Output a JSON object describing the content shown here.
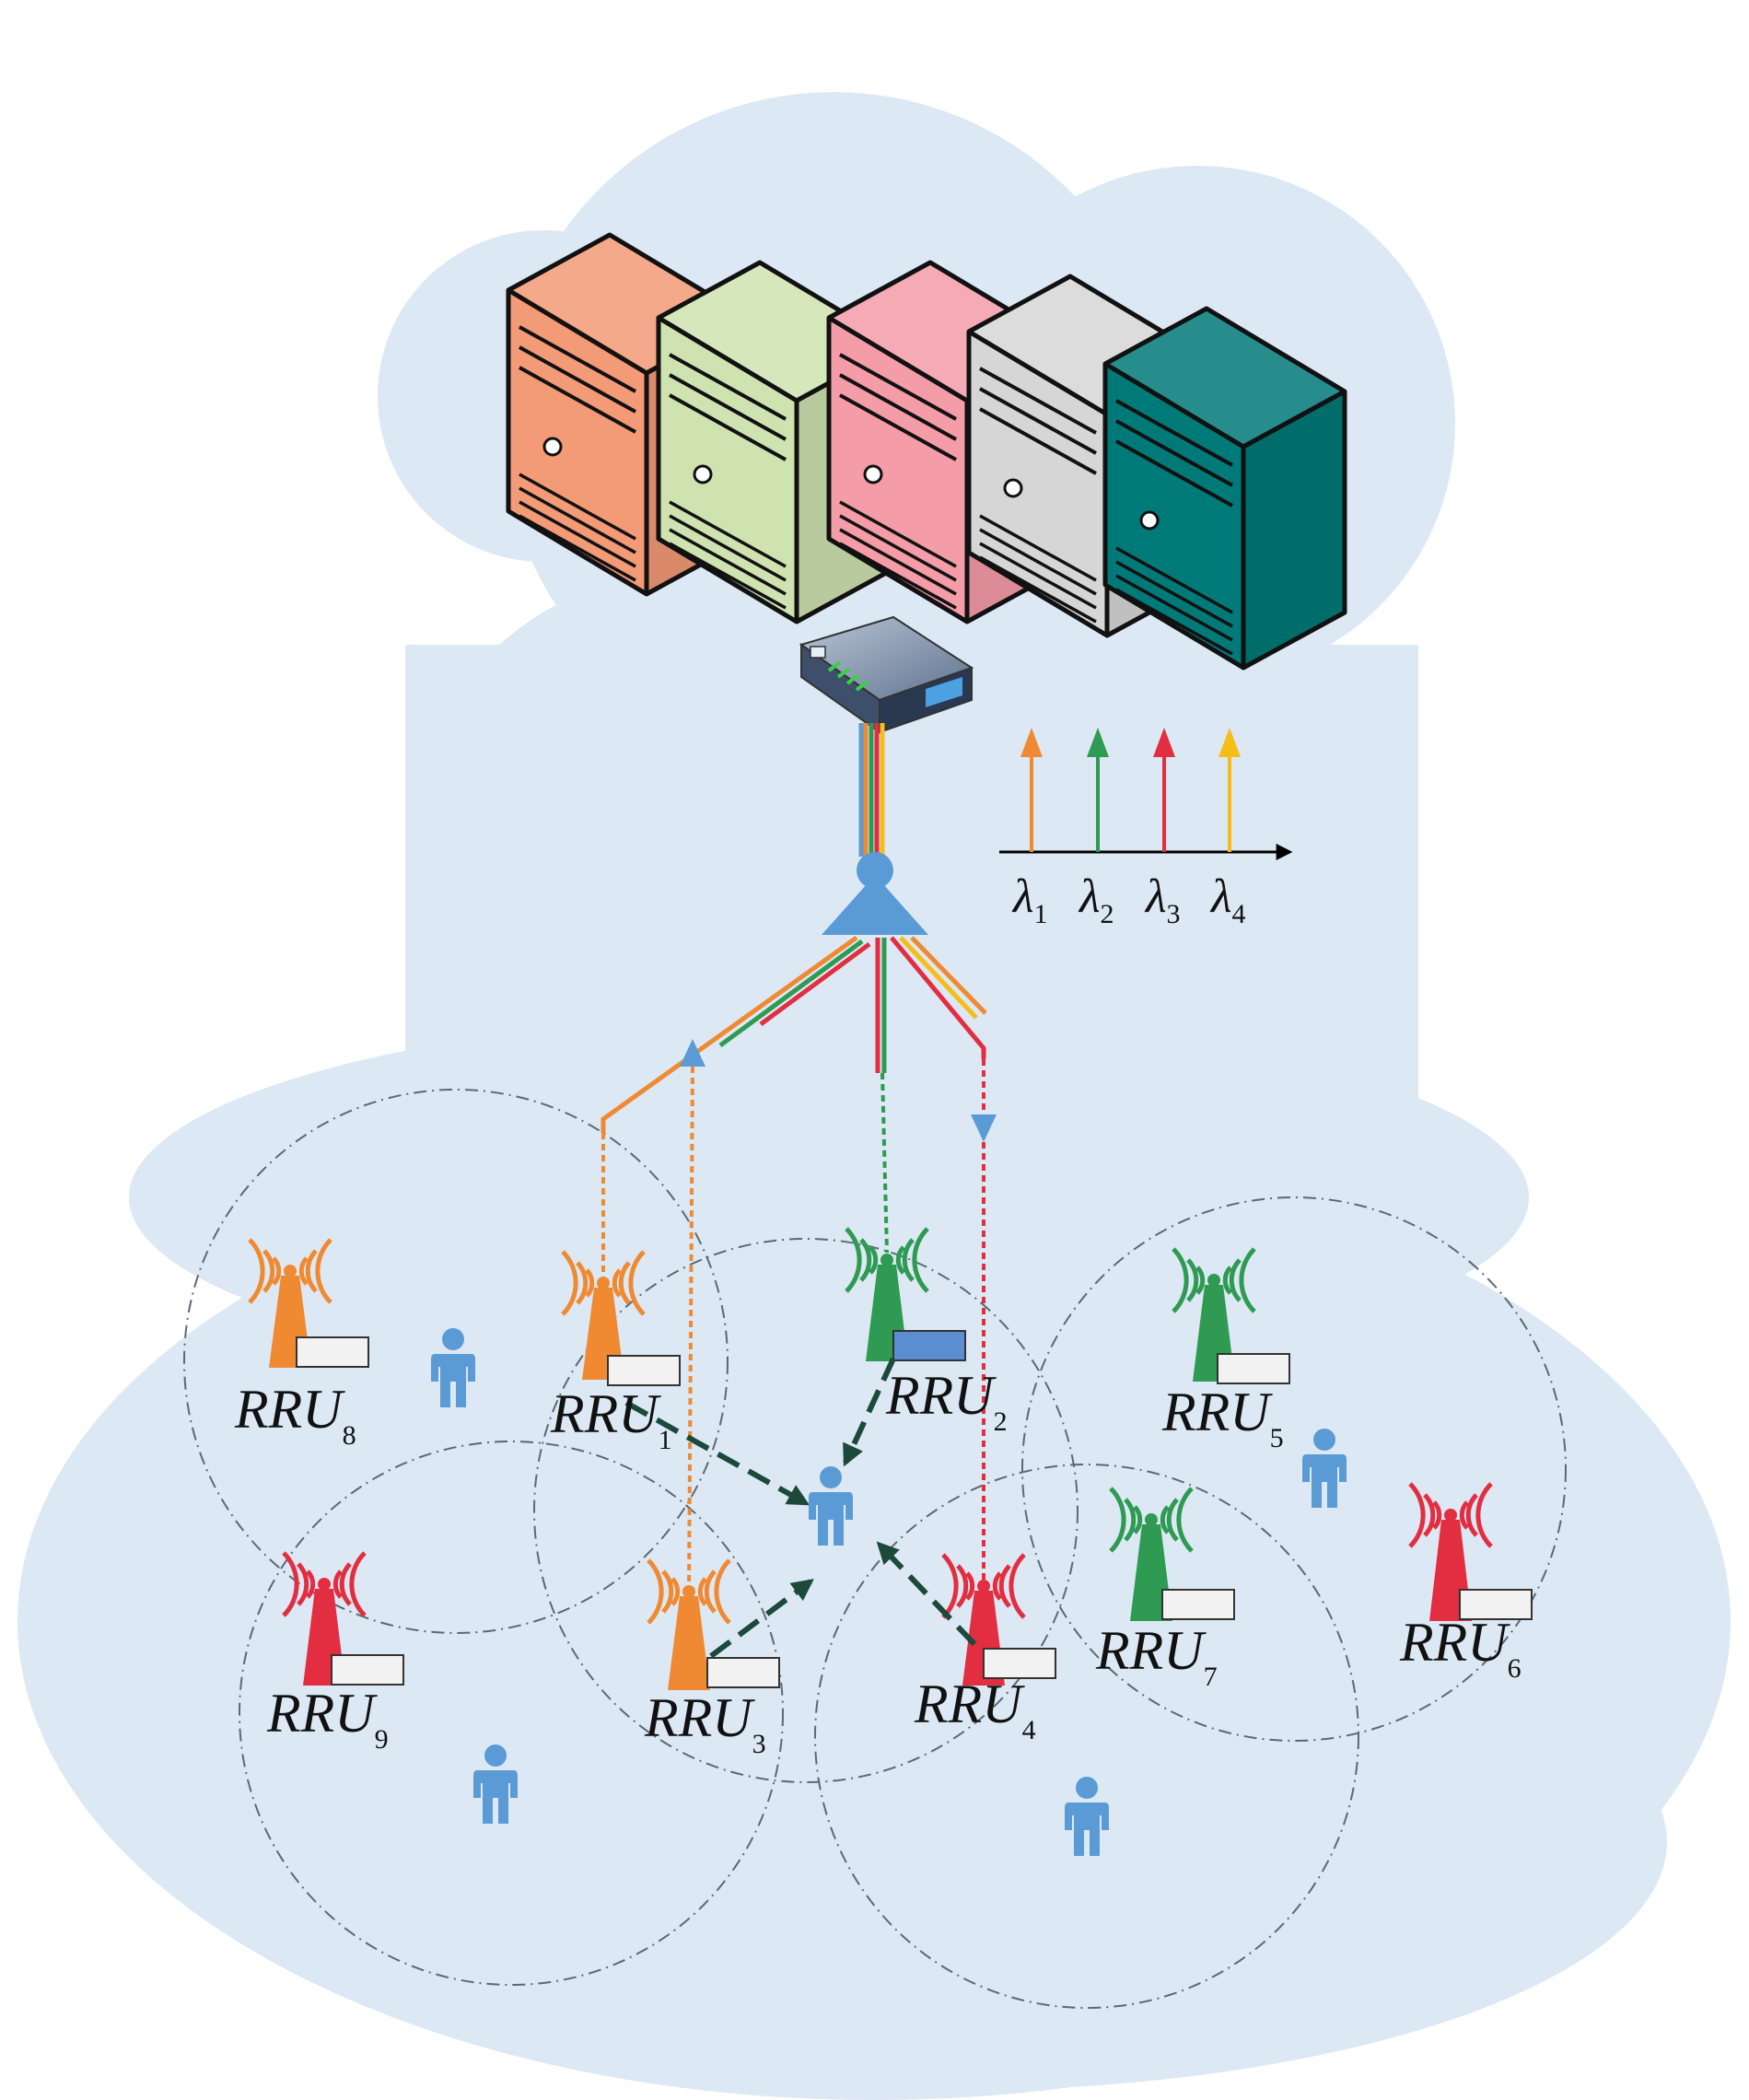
{
  "colors": {
    "cloud": "#dce8f4",
    "orange": "#f08a32",
    "green": "#2e9a52",
    "red": "#e32d40",
    "yellow": "#f7bd17",
    "blue": "#5b9bd5",
    "dark_arrow": "#1b4a3a",
    "server_1": "#f39a76",
    "server_2": "#cfe3b0",
    "server_3": "#f49ca8",
    "server_4": "#d6d6d6",
    "server_5": "#007a78"
  },
  "wavelengths": [
    {
      "symbol": "λ",
      "sub": "1",
      "color": "orange"
    },
    {
      "symbol": "λ",
      "sub": "2",
      "color": "green"
    },
    {
      "symbol": "λ",
      "sub": "3",
      "color": "red"
    },
    {
      "symbol": "λ",
      "sub": "4",
      "color": "yellow"
    }
  ],
  "rrus": [
    {
      "id": "rru-1",
      "base": "RRU",
      "sub": "1",
      "color": "orange"
    },
    {
      "id": "rru-2",
      "base": "RRU",
      "sub": "2",
      "color": "green"
    },
    {
      "id": "rru-3",
      "base": "RRU",
      "sub": "3",
      "color": "orange"
    },
    {
      "id": "rru-4",
      "base": "RRU",
      "sub": "4",
      "color": "red"
    },
    {
      "id": "rru-5",
      "base": "RRU",
      "sub": "5",
      "color": "green"
    },
    {
      "id": "rru-6",
      "base": "RRU",
      "sub": "6",
      "color": "red"
    },
    {
      "id": "rru-7",
      "base": "RRU",
      "sub": "7",
      "color": "green"
    },
    {
      "id": "rru-8",
      "base": "RRU",
      "sub": "8",
      "color": "orange"
    },
    {
      "id": "rru-9",
      "base": "RRU",
      "sub": "9",
      "color": "red"
    }
  ],
  "icons": {
    "server": "server-icon",
    "switch": "network-switch-icon",
    "splitter": "optical-splitter-icon",
    "antenna": "antenna-tower-icon",
    "user": "user-icon"
  }
}
